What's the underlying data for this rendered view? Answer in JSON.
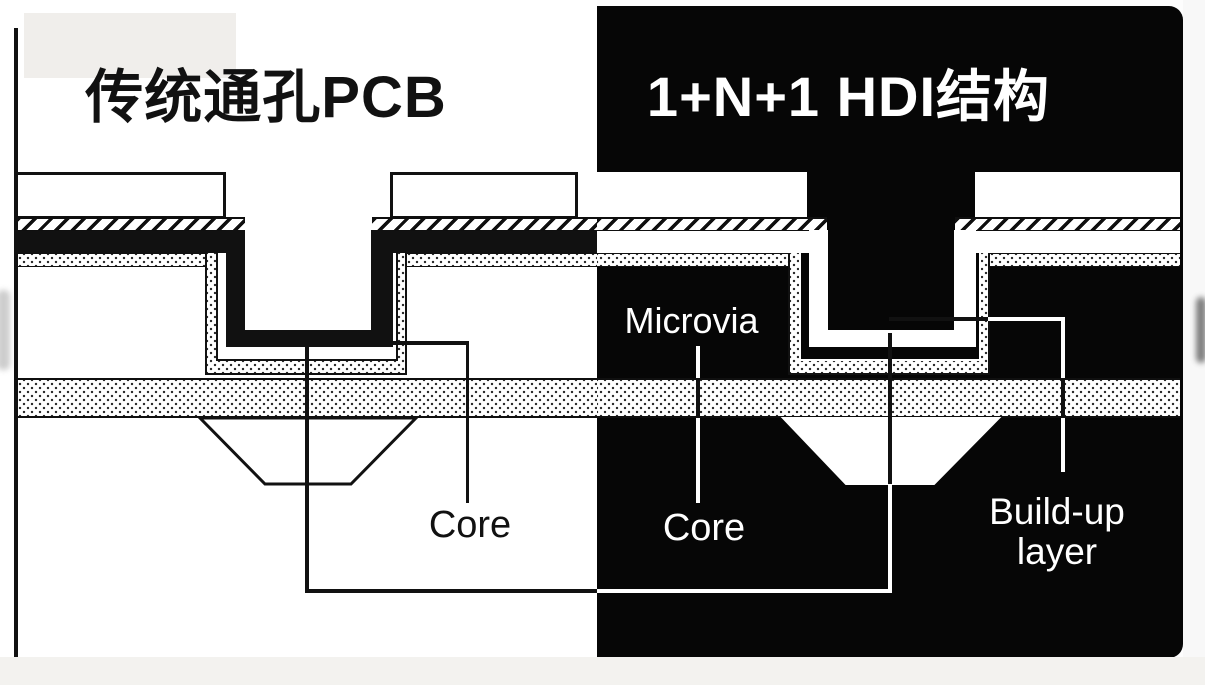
{
  "diagram": {
    "left_panel": {
      "title": "传统通孔PCB",
      "core_label": "Core"
    },
    "right_panel": {
      "title": "1+N+1 HDI结构",
      "microvia_label": "Microvia",
      "core_label": "Core",
      "buildup_label_line1": "Build-up",
      "buildup_label_line2": "layer"
    },
    "colors": {
      "left_background": "#ffffff",
      "right_background": "#060606",
      "ink": "#111111",
      "label_white": "#ffffff",
      "page_bottom_strip": "#f3f2ef",
      "page_margin": "#f8f8f8"
    }
  }
}
